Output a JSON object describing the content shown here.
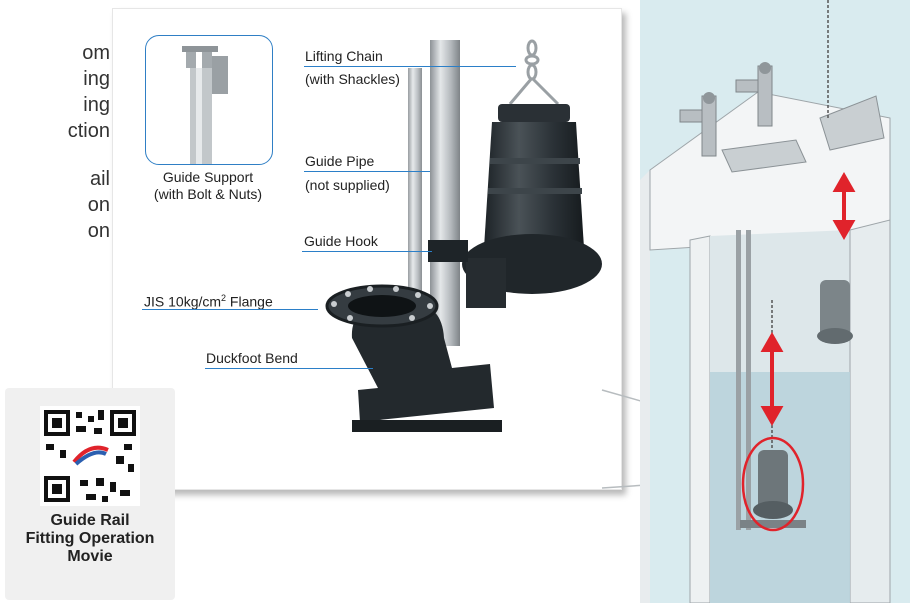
{
  "left_text": {
    "lines_a": [
      "om",
      "ing",
      "ing",
      "ction"
    ],
    "lines_b": [
      "ail",
      "on",
      "on"
    ]
  },
  "labels": {
    "lifting_chain": "Lifting Chain",
    "lifting_chain_sub": "(with Shackles)",
    "guide_support": "Guide Support",
    "guide_support_sub": "(with Bolt & Nuts)",
    "guide_pipe": "Guide Pipe",
    "guide_pipe_sub": "(not supplied)",
    "guide_hook": "Guide Hook",
    "flange_pre": "JIS 10kg/cm",
    "flange_sup": "2",
    "flange_post": " Flange",
    "duckfoot": "Duckfoot Bend"
  },
  "qr": {
    "caption_1": "Guide Rail",
    "caption_2": "Fitting Operation",
    "caption_3": "Movie"
  },
  "colors": {
    "accent_blue": "#2b7fc8",
    "arrow_red": "#e0232b",
    "pit_water": "#cfe3ea"
  }
}
